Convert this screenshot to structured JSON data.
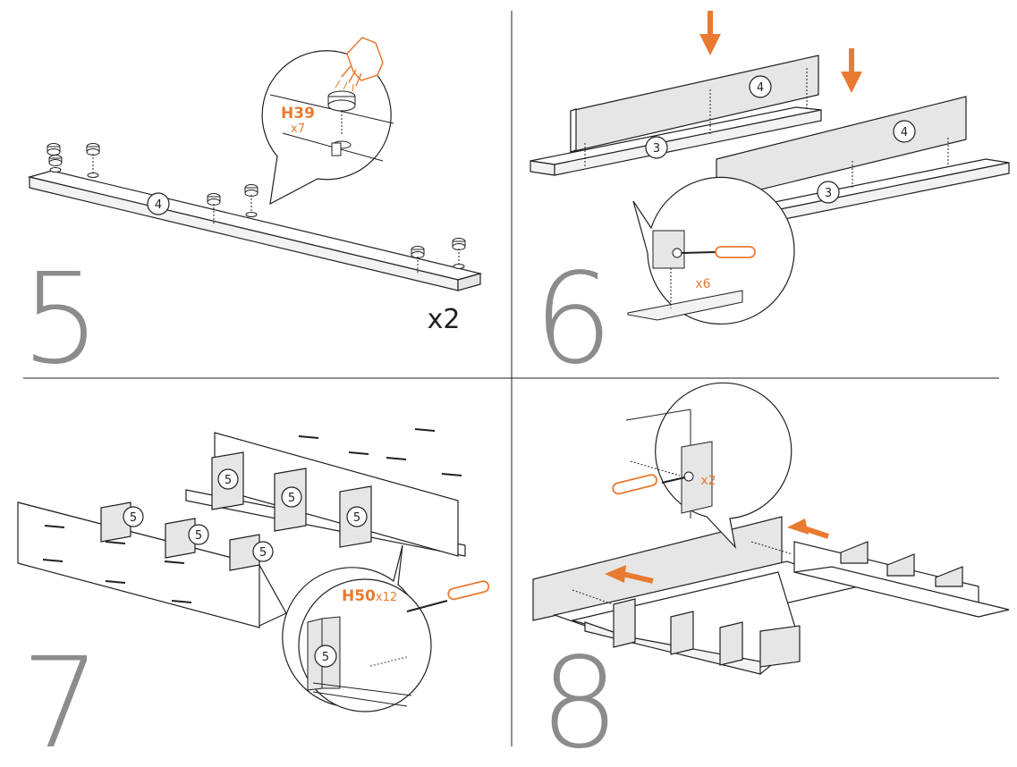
{
  "colors": {
    "orange": "#e97a31",
    "step_gray": "#8c8c8c",
    "line": "#231f20",
    "panel": "#e6e6e6",
    "panel_light": "#f4f4f4"
  },
  "steps": [
    {
      "number": "5",
      "part": "4",
      "quantity": "x2",
      "hardware_code": "H39",
      "hardware_count": "x7"
    },
    {
      "number": "6",
      "part_top": "4",
      "part_bottom": "3",
      "part_top_2": "4",
      "part_bottom_2": "3",
      "screw_count": "x6"
    },
    {
      "number": "7",
      "part": "5",
      "hardware_code": "H50",
      "hardware_count": "x12"
    },
    {
      "number": "8",
      "screw_count": "x2"
    }
  ]
}
